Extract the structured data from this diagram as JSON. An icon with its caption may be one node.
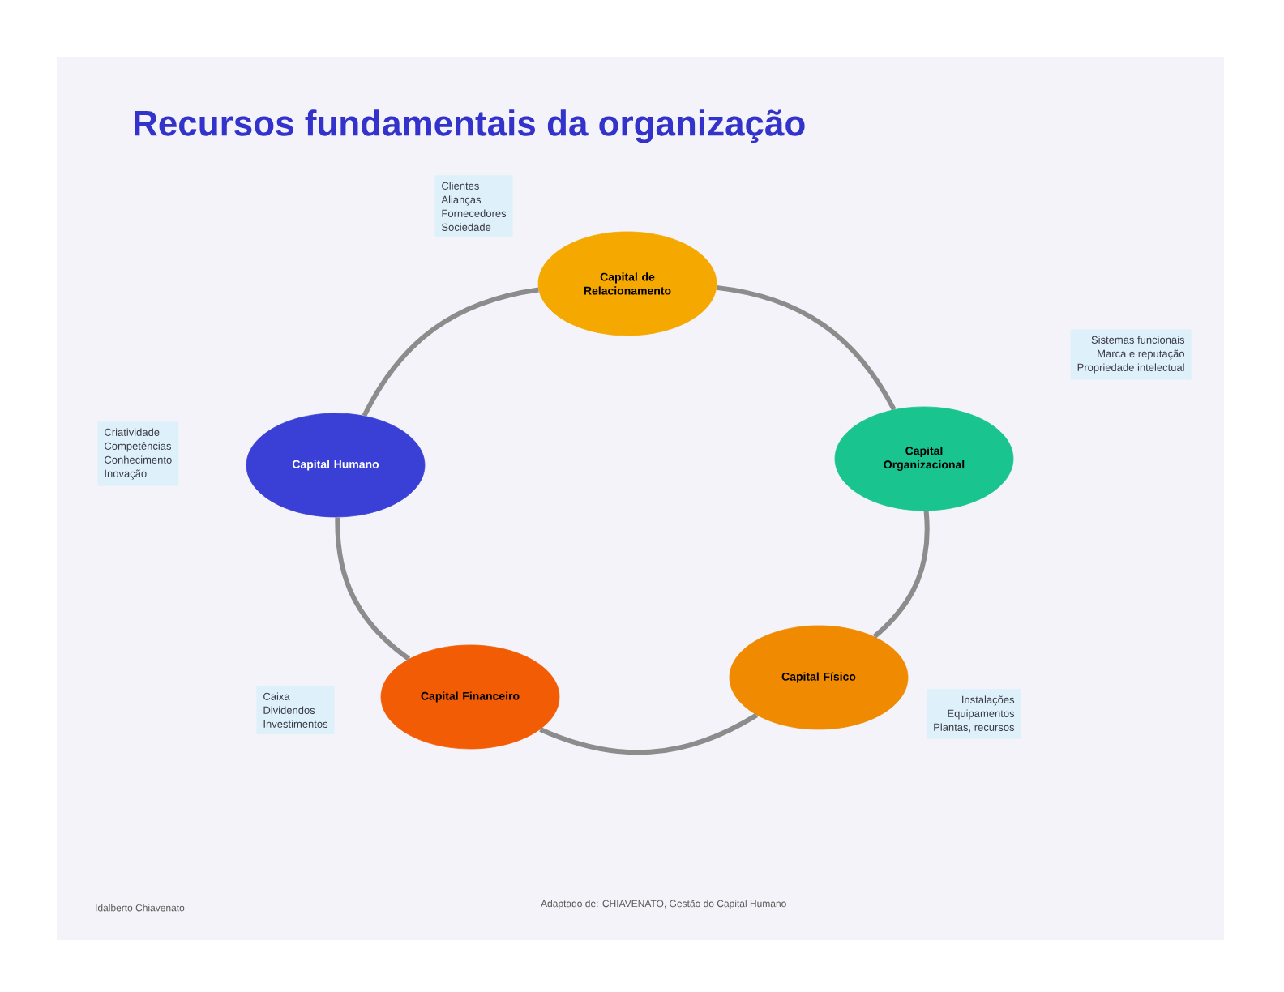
{
  "diagram": {
    "title": "Recursos fundamentais da organização",
    "nodes": [
      {
        "text": [
          "Capital de Relacionamento"
        ],
        "beside": [
          "Clientes",
          "Alianças",
          "Fornecedores",
          "Sociedade"
        ]
      },
      {
        "text": [
          "Capital Organizacional"
        ],
        "beside": [
          "Sistemas funcionais",
          "Marca e reputação",
          "Propriedade intelectual"
        ]
      },
      {
        "text": [
          "Capital Físico"
        ],
        "beside": [
          "Instalações",
          "Equipamentos",
          "Plantas, recursos"
        ]
      },
      {
        "text": [
          "Capital Financeiro"
        ],
        "beside": [
          "Caixa",
          "Dividendos",
          "Investimentos"
        ]
      },
      {
        "text": [
          "Capital Humano"
        ],
        "beside": [
          "Criatividade",
          "Competências",
          "Conhecimento",
          "Inovação"
        ]
      }
    ],
    "edges": [
      {
        "from": 0,
        "to": 1,
        "arrow": "none"
      },
      {
        "from": 1,
        "to": 2,
        "arrow": "none"
      },
      {
        "from": 2,
        "to": 3,
        "arrow": "none"
      },
      {
        "from": 3,
        "to": 4,
        "arrow": "none"
      },
      {
        "from": 4,
        "to": 0,
        "arrow": "none"
      }
    ],
    "labels": [
      "Idalberto Chiavenato",
      "Adaptado de: CHIAVENATO, Gestão do Capital Humano"
    ]
  }
}
